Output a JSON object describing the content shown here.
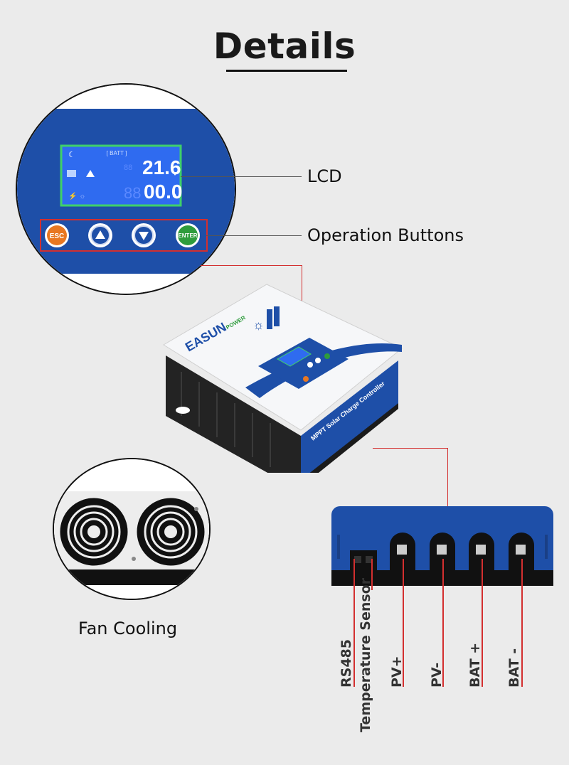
{
  "title": "Details",
  "callouts": {
    "lcd": "LCD",
    "buttons": "Operation Buttons",
    "fan": "Fan Cooling"
  },
  "lcd_screen": {
    "batt_tag": "BATT",
    "voltage": "21.6",
    "current": "00.0",
    "ghost": "88"
  },
  "buttons": [
    {
      "label": "ESC",
      "color": "#e87722"
    },
    {
      "label": "up-arrow-icon",
      "color": "#1e4fa8"
    },
    {
      "label": "down-arrow-icon",
      "color": "#1e4fa8"
    },
    {
      "label": "ENTER",
      "color": "#2e9c3c"
    }
  ],
  "device": {
    "brand": "EASUN",
    "brand_sub": "POWER",
    "model": "MPPT Solar Charge Controller"
  },
  "terminals": [
    "RS485",
    "Temperature Sensor",
    "PV+",
    "PV-",
    "BAT +",
    "BAT -"
  ],
  "colors": {
    "accent_red": "#d32f2f",
    "panel_blue": "#1e4fa8",
    "lcd_blue": "#2f6bf0"
  }
}
